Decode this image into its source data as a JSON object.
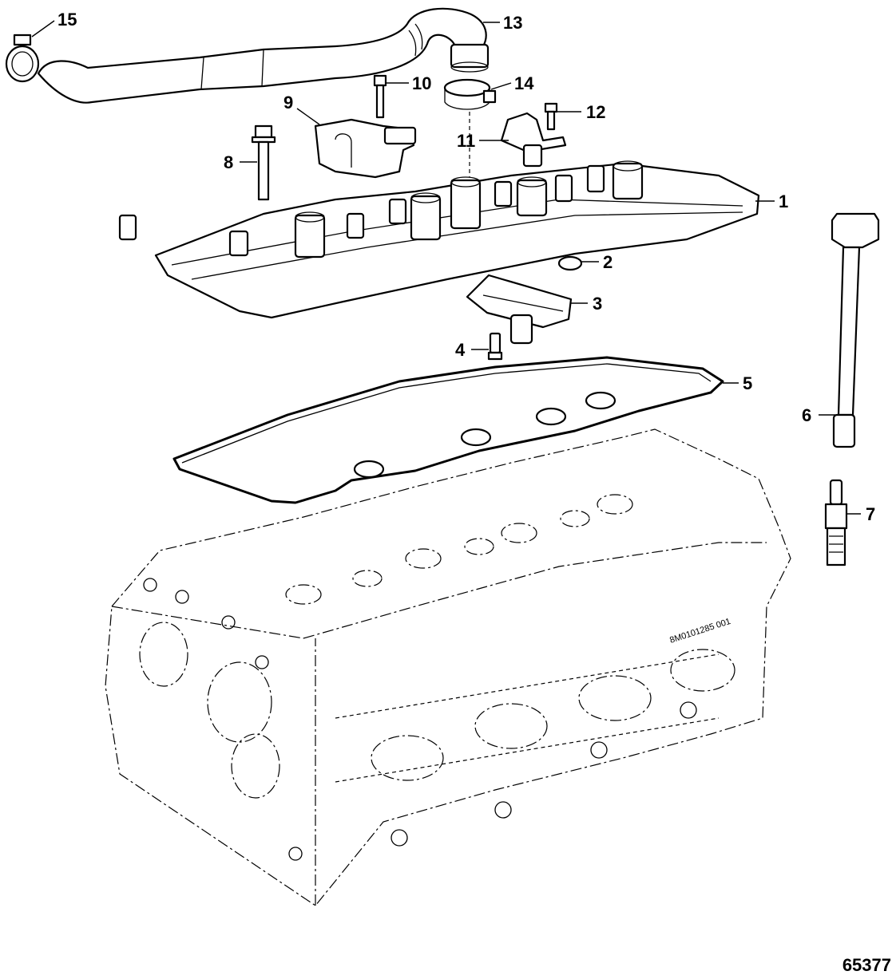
{
  "callouts": [
    {
      "id": "1",
      "label": "1"
    },
    {
      "id": "2",
      "label": "2"
    },
    {
      "id": "3",
      "label": "3"
    },
    {
      "id": "4",
      "label": "4"
    },
    {
      "id": "5",
      "label": "5"
    },
    {
      "id": "6",
      "label": "6"
    },
    {
      "id": "7",
      "label": "7"
    },
    {
      "id": "8",
      "label": "8"
    },
    {
      "id": "9",
      "label": "9"
    },
    {
      "id": "10",
      "label": "10"
    },
    {
      "id": "11",
      "label": "11"
    },
    {
      "id": "12",
      "label": "12"
    },
    {
      "id": "13",
      "label": "13"
    },
    {
      "id": "14",
      "label": "14"
    },
    {
      "id": "15",
      "label": "15"
    }
  ],
  "figure_number": "65377",
  "head_text": "8M0101285    001"
}
